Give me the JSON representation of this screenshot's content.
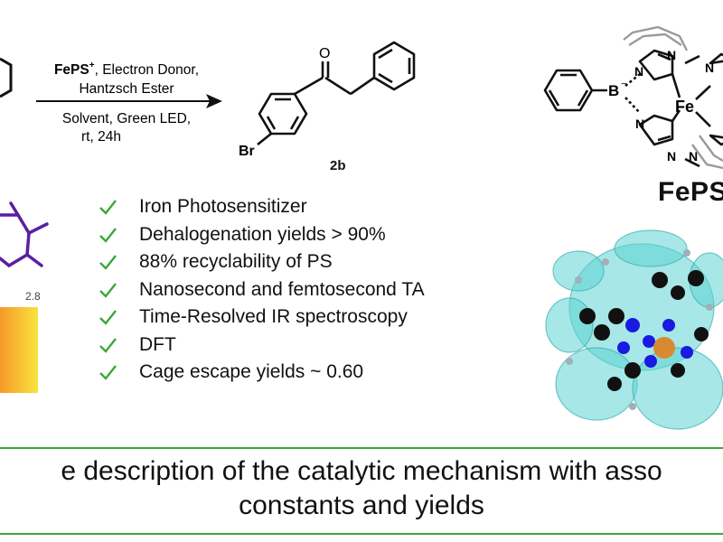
{
  "reaction": {
    "reagent_bold": "FePS",
    "reagent_charge": "+",
    "reagent_rest": ", Electron Donor,",
    "line2": "Hantzsch Ester",
    "line3": "Solvent, Green LED,",
    "line4": "rt, 24h"
  },
  "product": {
    "label": "2b",
    "atom_o": "O",
    "atom_br": "Br"
  },
  "complex": {
    "label": "FePS",
    "atom_fe": "Fe",
    "atom_b": "B",
    "atom_b_charge": "−",
    "atom_n": "N"
  },
  "scale": {
    "max_label": "2.8"
  },
  "highlights": [
    "Iron Photosensitizer",
    "Dehalogenation yields > 90%",
    "88% recyclability of PS",
    "Nanosecond and femtosecond TA",
    "Time-Resolved IR spectroscopy",
    "DFT",
    "Cage escape yields ~ 0.60"
  ],
  "conclusion": {
    "line1": "e description of the catalytic mechanism with asso",
    "line2": "constants and yields"
  },
  "colors": {
    "check": "#3aa83a",
    "accent_green": "#3aa83a",
    "structure_purple": "#5a1fa0",
    "orbital_cyan": "#5fd3d3"
  }
}
